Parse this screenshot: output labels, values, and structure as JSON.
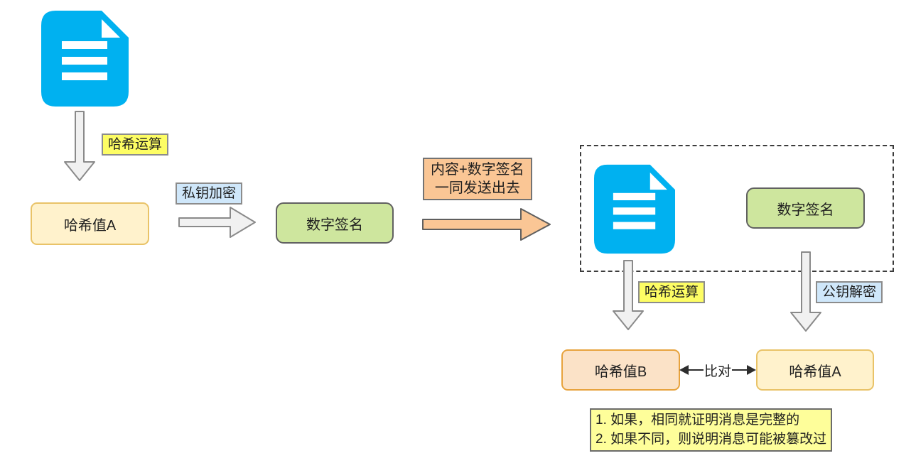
{
  "diagram": {
    "sender": {
      "hash_op_label": "哈希运算",
      "hash_value_a": "哈希值A",
      "private_key_label": "私钥加密",
      "signature": "数字签名"
    },
    "transmission": {
      "line1": "内容+数字签名",
      "line2": "一同发送出去"
    },
    "receiver": {
      "signature": "数字签名",
      "hash_op_label": "哈希运算",
      "public_key_label": "公钥解密",
      "hash_value_b": "哈希值B",
      "hash_value_a": "哈希值A",
      "compare_label": "比对",
      "note_line1": "1. 如果，相同就证明消息是完整的",
      "note_line2": "2. 如果不同，则说明消息可能被篡改过"
    },
    "icons": {
      "sender_document": "document-icon",
      "receiver_document": "document-icon"
    },
    "colors": {
      "document_cyan": "#00B1F0",
      "highlight_yellow": "#FDFD64",
      "highlight_blue": "#CFE7FA",
      "note_yellow": "#FEFE9A",
      "box_green": "#CEE69E",
      "box_cream": "#FFF2CC",
      "box_peach": "#FBE2C7",
      "arrow_orange": "#FAC695",
      "arrow_gray": "#F1F1F1"
    }
  }
}
